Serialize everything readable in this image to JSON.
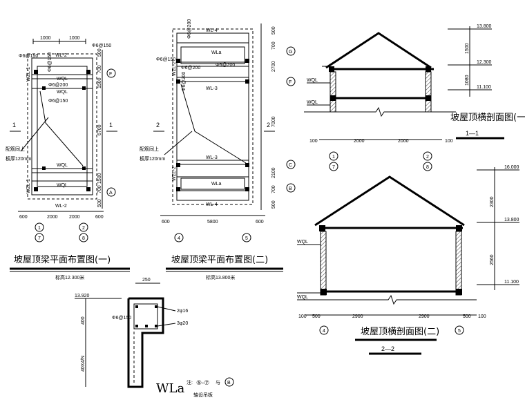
{
  "plan1": {
    "title": "坡屋顶梁平面布置图(一)",
    "elevation": "标高12.300米",
    "note1": "配筋同上",
    "note2": "板厚120mm",
    "beams": [
      "WL-2",
      "WL-2",
      "WQL",
      "WQL",
      "WQL",
      "WQL"
    ],
    "dims_top": [
      "1000",
      "1000"
    ],
    "dims_bottom": [
      "600",
      "2000",
      "2000",
      "600"
    ],
    "dims_right": [
      "500",
      "700",
      "1500",
      "6700",
      "1500",
      "700",
      "500"
    ],
    "rebar": [
      "Φ6@150",
      "Φ6@150",
      "Φ6@150",
      "Φ6@200",
      "Φ6@150"
    ],
    "axes_bottom": [
      "1",
      "7",
      "2",
      "8"
    ],
    "axes_right": [
      "F",
      "A"
    ],
    "section_marks": [
      "1",
      "1"
    ],
    "side_beam": [
      "WZL-1",
      "WZL-1"
    ]
  },
  "plan2": {
    "title": "坡屋顶梁平面布置图(二)",
    "elevation": "标高13.800米",
    "note1": "配筋同上",
    "note2": "板厚120mm",
    "beams": [
      "WL-4",
      "WLa",
      "WL-3",
      "WL-3",
      "WLa",
      "WL-4"
    ],
    "dims_bottom": [
      "600",
      "5800",
      "600"
    ],
    "dims_right": [
      "500",
      "700",
      "2700",
      "7000",
      "2100",
      "700",
      "500"
    ],
    "rebar": [
      "Φ6@200",
      "Φ6@150",
      "Φ6@200",
      "Φ6@200",
      "Φ6@200"
    ],
    "axes_bottom": [
      "4",
      "5"
    ],
    "axes_right": [
      "G",
      "F",
      "C",
      "B"
    ],
    "section_marks": [
      "2",
      "2"
    ],
    "side_beam": [
      "WZL-2",
      "WZL-2"
    ]
  },
  "section1": {
    "title": "坡屋顶横剖面图(一)",
    "mark": "1—1",
    "beams": [
      "WQL",
      "WQL"
    ],
    "levels": [
      "13.800",
      "12.300",
      "11.100"
    ],
    "dims_right": [
      "1500",
      "1080"
    ],
    "dims_bottom": [
      "100",
      "2000",
      "2000",
      "100"
    ],
    "axes": [
      "1",
      "7",
      "2",
      "8"
    ]
  },
  "section2": {
    "title": "坡屋顶横剖面图(二)",
    "mark": "2—2",
    "beams": [
      "WQL",
      "WQL"
    ],
    "levels": [
      "16.000",
      "13.800",
      "11.100"
    ],
    "dims_right": [
      "2300",
      "2560"
    ],
    "dims_bottom": [
      "100",
      "500",
      "2900",
      "2900",
      "500",
      "100"
    ],
    "axes": [
      "4",
      "5"
    ]
  },
  "detail": {
    "label": "WLa",
    "note_prefix": "注:",
    "note_axes": "⑤-⑦",
    "note_and": "与",
    "note_axis": "B",
    "note_suffix": "轴设吊板",
    "level": "13.920",
    "dims": [
      "250",
      "400",
      "40X4/N"
    ],
    "rebar": [
      "2φ16",
      "3φ20",
      "Φ6@150"
    ]
  }
}
